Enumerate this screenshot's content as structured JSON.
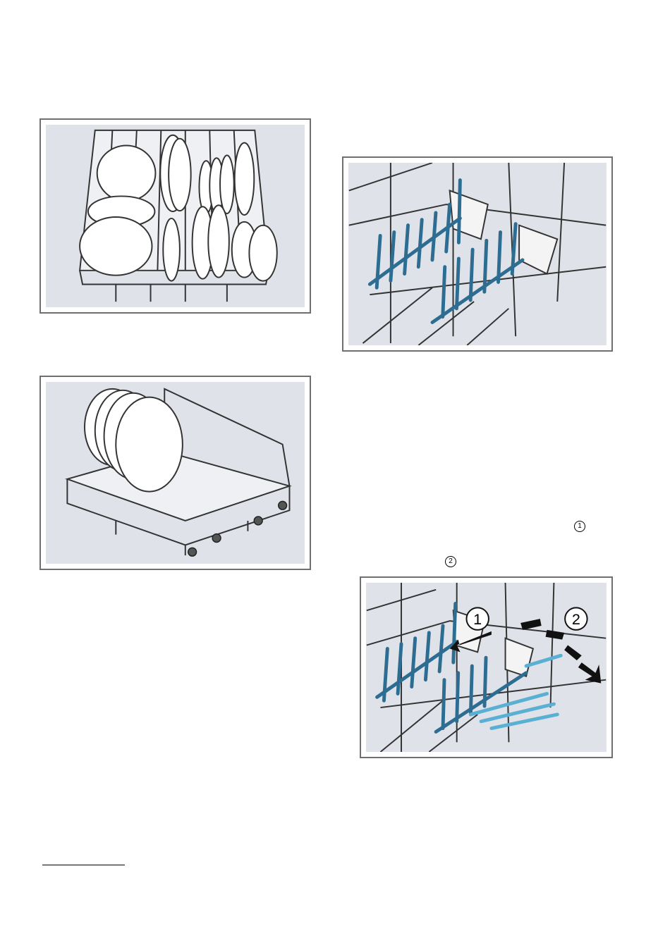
{
  "markers": {
    "step1": "1",
    "step2": "2"
  },
  "figure4": {
    "callout1": "1",
    "callout2": "2"
  },
  "colors": {
    "panel_bg": "#dfe2e8",
    "frame": "#6f6f6f",
    "tine_blue": "#2e6d92",
    "tine_light": "#5ab0d3"
  }
}
